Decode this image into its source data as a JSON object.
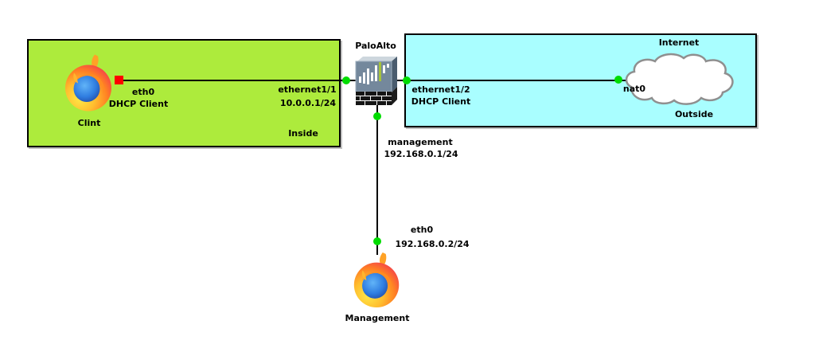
{
  "diagram_type": "network-topology",
  "zones": {
    "inside": {
      "label": "Inside"
    },
    "outside": {
      "label": "Outside"
    }
  },
  "devices": {
    "client": {
      "label": "Clint",
      "icon": "firefox-icon"
    },
    "firewall": {
      "label": "PaloAlto",
      "icon": "firewall-icon"
    },
    "internet_cloud": {
      "label": "Internet",
      "icon": "cloud-icon"
    },
    "management_pc": {
      "label": "Management",
      "icon": "firefox-icon"
    }
  },
  "links": {
    "client_firewall": {
      "client_port": "eth0",
      "client_note": "DHCP Client",
      "firewall_port": "ethernet1/1",
      "firewall_ip": "10.0.0.1/24"
    },
    "firewall_internet": {
      "firewall_port": "ethernet1/2",
      "firewall_note": "DHCP Client",
      "cloud_port": "nat0"
    },
    "firewall_management": {
      "firewall_port": "management",
      "firewall_ip": "192.168.0.1/24",
      "pc_port": "eth0",
      "pc_ip": "192.168.0.2/24"
    }
  },
  "colors": {
    "inside_zone_fill": "#adeb3c",
    "outside_zone_fill": "#a9feff",
    "zone_border": "#000000",
    "link_line": "#000000",
    "port_up_green": "#00dc00",
    "port_down_red": "#fe0000",
    "cloud_fill": "#ffffff",
    "cloud_border": "#8f8f8f",
    "firewall_face": "#74889c",
    "firewall_accent_bar": "#a6c23c"
  }
}
